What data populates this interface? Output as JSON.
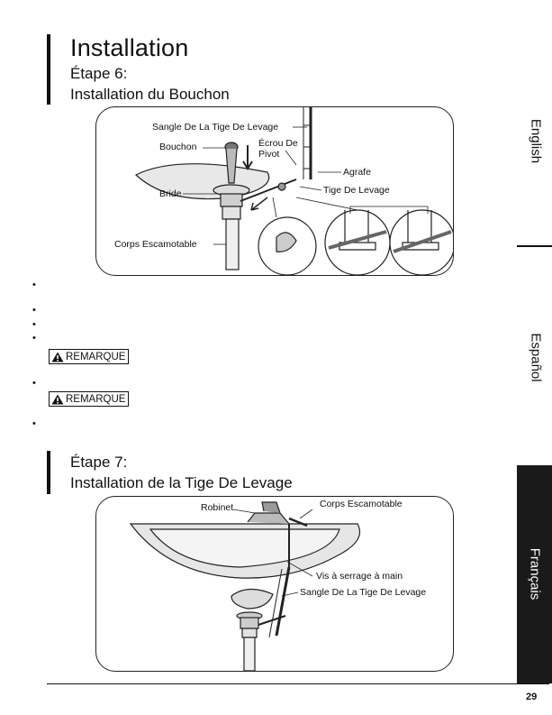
{
  "page": {
    "title": "Installation",
    "page_number": "29"
  },
  "step6": {
    "step_label": "Étape 6:",
    "section_title": "Installation du Bouchon",
    "callouts": {
      "strap": "Sangle De La Tige De Levage",
      "stopper": "Bouchon",
      "nut_line1": "Écrou De",
      "nut_line2": "Pivot",
      "clip": "Agrafe",
      "flange": "Bride",
      "rod": "Tige De Levage",
      "body": "Corps Escamotable"
    },
    "notice1": "REMARQUE",
    "notice2": "REMARQUE"
  },
  "step7": {
    "step_label": "Étape 7:",
    "section_title": "Installation de la Tige De Levage",
    "callouts": {
      "faucet": "Robinet",
      "body": "Corps Escamotable",
      "screw": "Vis à serrage à main",
      "strap": "Sangle De La Tige De Levage"
    }
  },
  "side_tabs": {
    "english": "English",
    "espanol": "Español",
    "francais": "Français"
  },
  "colors": {
    "ink": "#111111",
    "tab_active_bg": "#1a1a1a",
    "tab_active_text": "#ffffff"
  }
}
